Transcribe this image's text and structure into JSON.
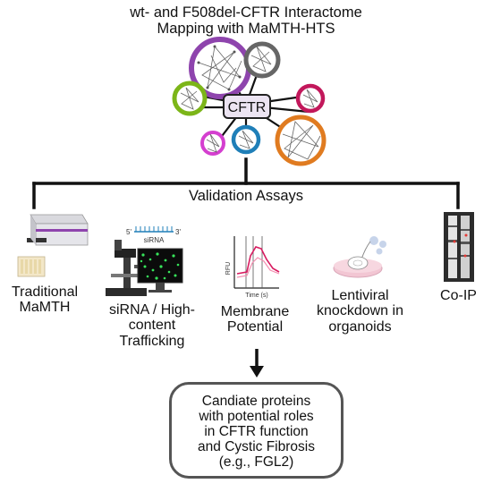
{
  "title_line1": "wt- and F508del-CFTR Interactome",
  "title_line2": "Mapping with MaMTH-HTS",
  "hub_label": "CFTR",
  "validation_label": "Validation Assays",
  "hub_colors": [
    "#8e44ad",
    "#666666",
    "#c2185b",
    "#e07b20",
    "#1f7fb8",
    "#d43fcf",
    "#7cb518"
  ],
  "assays": [
    {
      "line1": "Traditional",
      "line2": "MaMTH",
      "line3": ""
    },
    {
      "line1": "siRNA / High-",
      "line2": "content",
      "line3": "Trafficking"
    },
    {
      "line1": "Membrane",
      "line2": "Potential",
      "line3": ""
    },
    {
      "line1": "Lentiviral",
      "line2": "knockdown in",
      "line3": "organoids"
    },
    {
      "line1": "Co-IP",
      "line2": "",
      "line3": ""
    }
  ],
  "sirna_label": "siRNA",
  "sirna_5p": "5'",
  "sirna_3p": "3'",
  "plot_ylabel": "RFU",
  "plot_xlabel": "Time (s)",
  "conclusion": {
    "line1": "Candiate proteins",
    "line2": "with potential roles",
    "line3": "in CFTR function",
    "line4": "and Cystic Fibrosis",
    "line5": "(e.g., FGL2)"
  }
}
